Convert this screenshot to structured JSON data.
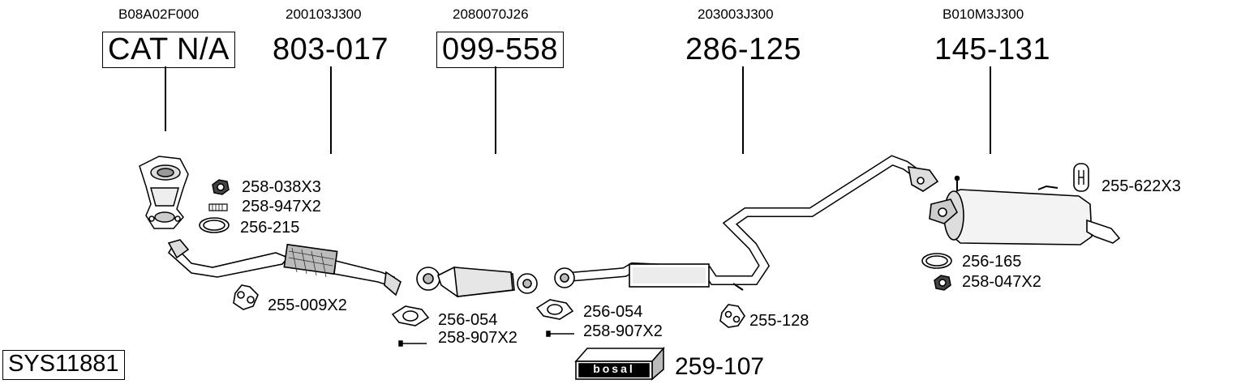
{
  "columns": [
    {
      "oem": "B08A02F000",
      "part": "CAT N/A",
      "boxed": true
    },
    {
      "oem": "200103J300",
      "part": "803-017",
      "boxed": false
    },
    {
      "oem": "2080070J26",
      "part": "099-558",
      "boxed": true
    },
    {
      "oem": "203003J300",
      "part": "286-125",
      "boxed": false
    },
    {
      "oem": "B010M3J300",
      "part": "145-131",
      "boxed": false
    }
  ],
  "accessories": {
    "nut_cat": "258-038X3",
    "stud_cat": "258-947X2",
    "ring_cat": "256-215",
    "hanger_front": "255-009X2",
    "gasket_a": "256-054",
    "bolt_a": "258-907X2",
    "gasket_b": "256-054",
    "bolt_b": "258-907X2",
    "hanger_mid": "255-128",
    "hanger_rear": "255-622X3",
    "ring_rear": "256-165",
    "nut_rear": "258-047X2",
    "assembly_paste": "259-107"
  },
  "system_code": "SYS11881",
  "brand_logo": "bosal"
}
